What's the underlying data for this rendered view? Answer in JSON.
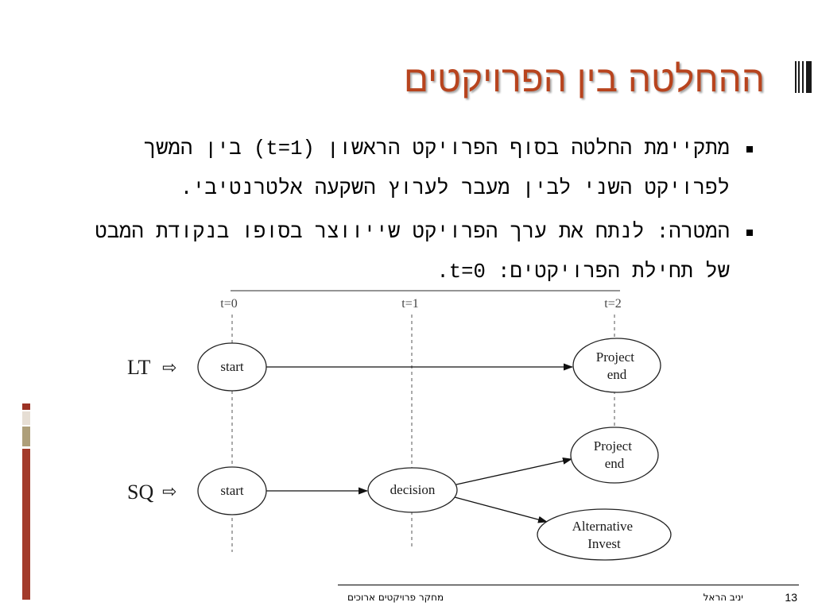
{
  "slide": {
    "title": "ההחלטה בין הפרויקטים",
    "bullets": [
      {
        "lines": [
          "מתקיימת החלטה בסוף הפרויקט הראשון (t=1) בין המשך",
          "לפרויקט השני לבין מעבר לערוץ השקעה אלטרנטיבי."
        ]
      },
      {
        "lines": [
          "המטרה: לנתח את ערך הפרויקט שייווצר בסופו בנקודת המבט",
          "של תחילת הפרויקטים: t=0."
        ]
      }
    ]
  },
  "icons": {
    "title_decoration": "vertical-bars-icon",
    "bullet": "square-bullet-icon",
    "row_arrow": "hollow-right-arrow-icon"
  },
  "diagram": {
    "time_labels": [
      "t=0",
      "t=1",
      "t=2"
    ],
    "rows": [
      {
        "label": "LT",
        "arrow_glyph": "⇨"
      },
      {
        "label": "SQ",
        "arrow_glyph": "⇨"
      }
    ],
    "nodes": {
      "lt_start": [
        "start"
      ],
      "lt_project_end": [
        "Project",
        "end"
      ],
      "sq_start": [
        "start"
      ],
      "sq_decision": [
        "decision"
      ],
      "sq_project_end": [
        "Project",
        "end"
      ],
      "sq_alternative_invest": [
        "Alternative",
        "Invest"
      ]
    }
  },
  "footer": {
    "course_title": "מחקר פרויקטים ארוכים",
    "author": "יניב הראל",
    "page_number": "13"
  },
  "colors": {
    "title": "#b8441e",
    "strip_small": "#9c3224",
    "strip_light": "#e6ded4",
    "strip_tan": "#ae9f7a",
    "strip_long": "#a33b2b"
  }
}
